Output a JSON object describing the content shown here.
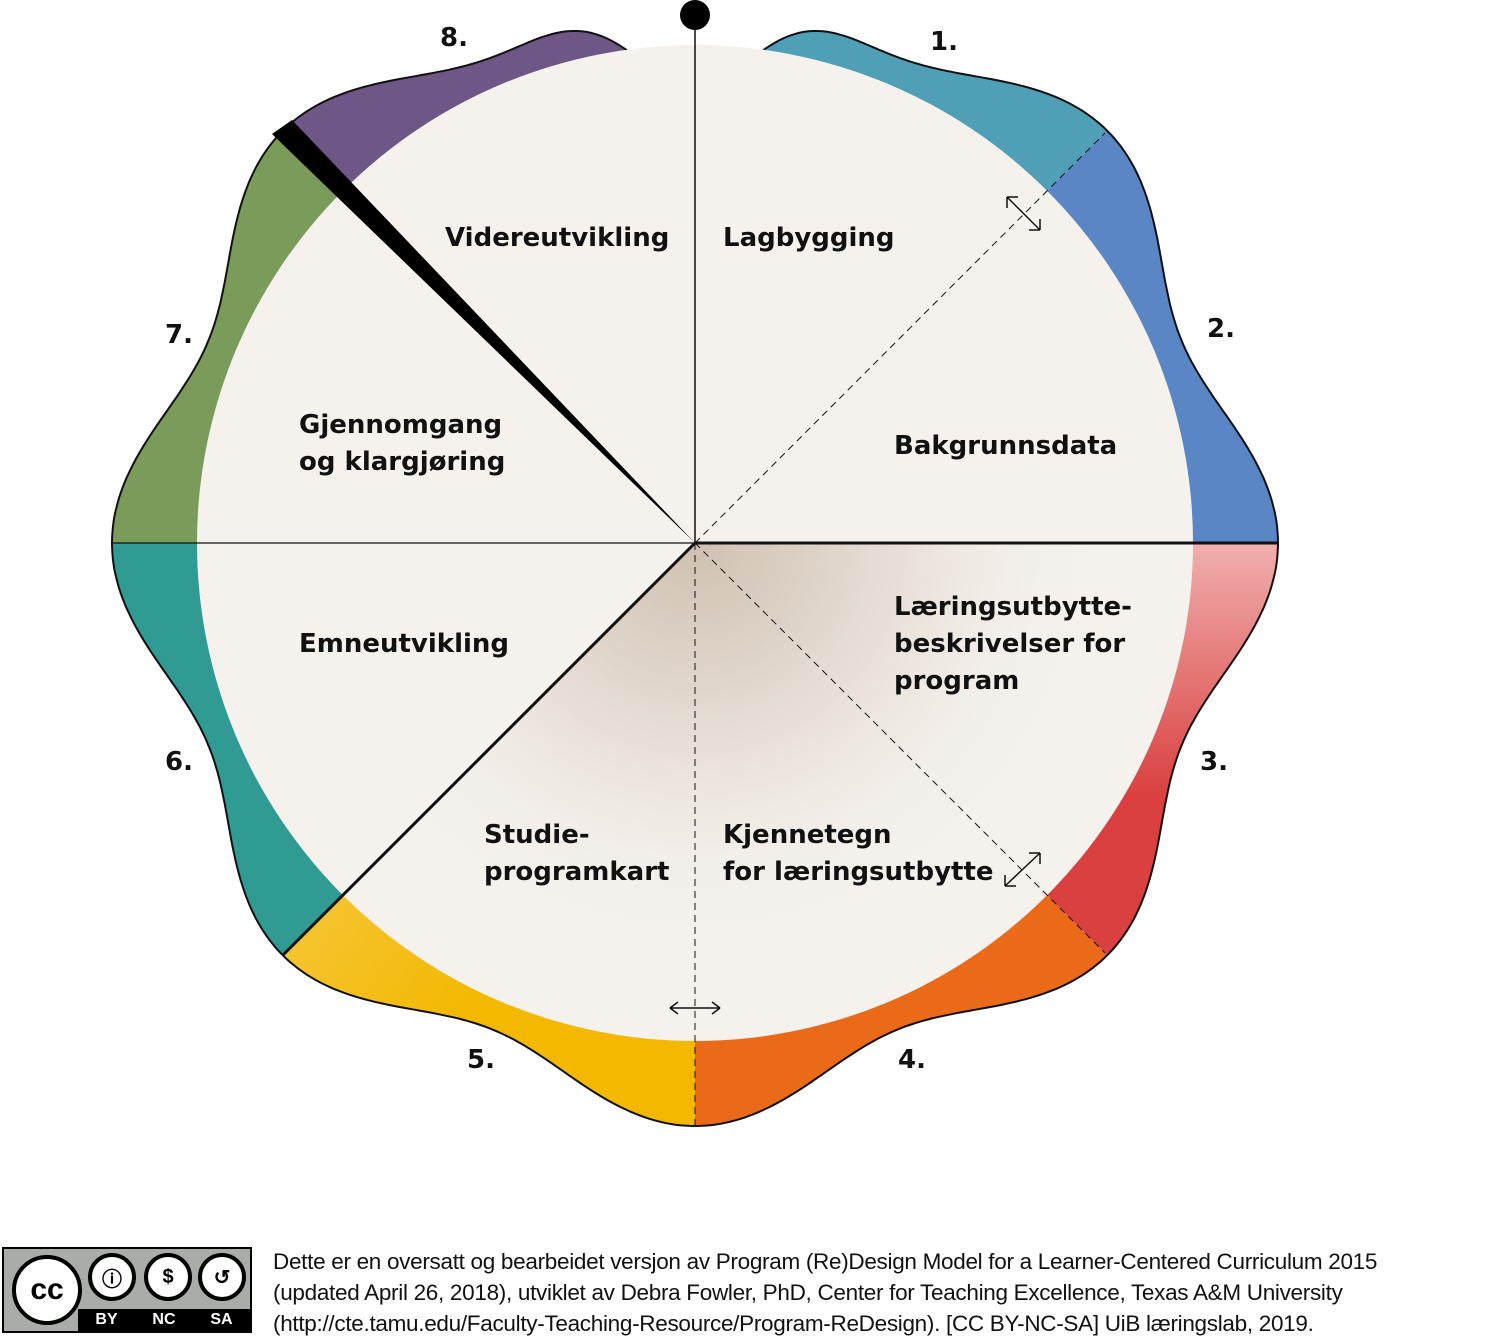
{
  "sectors": [
    {
      "number": "1.",
      "label_lines": [
        "Lagbygging"
      ],
      "color": "#4f9fb6"
    },
    {
      "number": "2.",
      "label_lines": [
        "Bakgrunnsdata"
      ],
      "color": "#5b86c6"
    },
    {
      "number": "3.",
      "label_lines": [
        "Læringsutbytte-",
        "beskrivelser for",
        "program"
      ],
      "color": "#d9403f"
    },
    {
      "number": "4.",
      "label_lines": [
        "Kjennetegn",
        "for læringsutbytte"
      ],
      "color": "#ea6a1a"
    },
    {
      "number": "5.",
      "label_lines": [
        "Studie-",
        "programkart"
      ],
      "color": "#f4b800"
    },
    {
      "number": "6.",
      "label_lines": [
        "Emneutvikling"
      ],
      "color": "#2f9b92"
    },
    {
      "number": "7.",
      "label_lines": [
        "Gjennomgang",
        "og klargjøring"
      ],
      "color": "#7a9b59"
    },
    {
      "number": "8.",
      "label_lines": [
        "Videreutvikling"
      ],
      "color": "#6e5686"
    }
  ],
  "circle_fill": "#f5f2ee",
  "license": {
    "badges": [
      "BY",
      "NC",
      "SA"
    ],
    "cc": "cc"
  },
  "caption": [
    "Dette er en oversatt og bearbeidet versjon av Program (Re)Design Model for a Learner-Centered Curriculum 2015",
    "(updated April 26, 2018), utviklet av Debra Fowler, PhD, Center for Teaching Excellence, Texas A&M University",
    "(http://cte.tamu.edu/Faculty-Teaching-Resource/Program-ReDesign). [CC BY-NC-SA] UiB læringslab, 2019."
  ]
}
